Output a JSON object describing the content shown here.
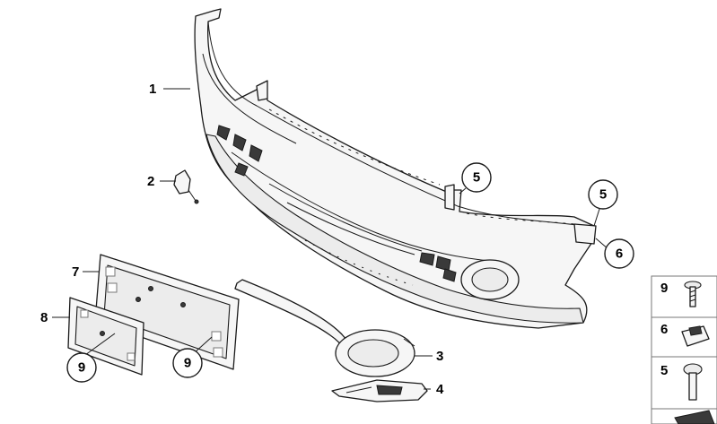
{
  "callouts": {
    "c1": "1",
    "c2": "2",
    "c3": "3",
    "c4": "4",
    "c5a": "5",
    "c5b": "5",
    "c6": "6",
    "c7": "7",
    "c8": "8",
    "c9a": "9",
    "c9b": "9"
  },
  "legend": {
    "item1": "9",
    "item2": "6",
    "item3": "5"
  }
}
